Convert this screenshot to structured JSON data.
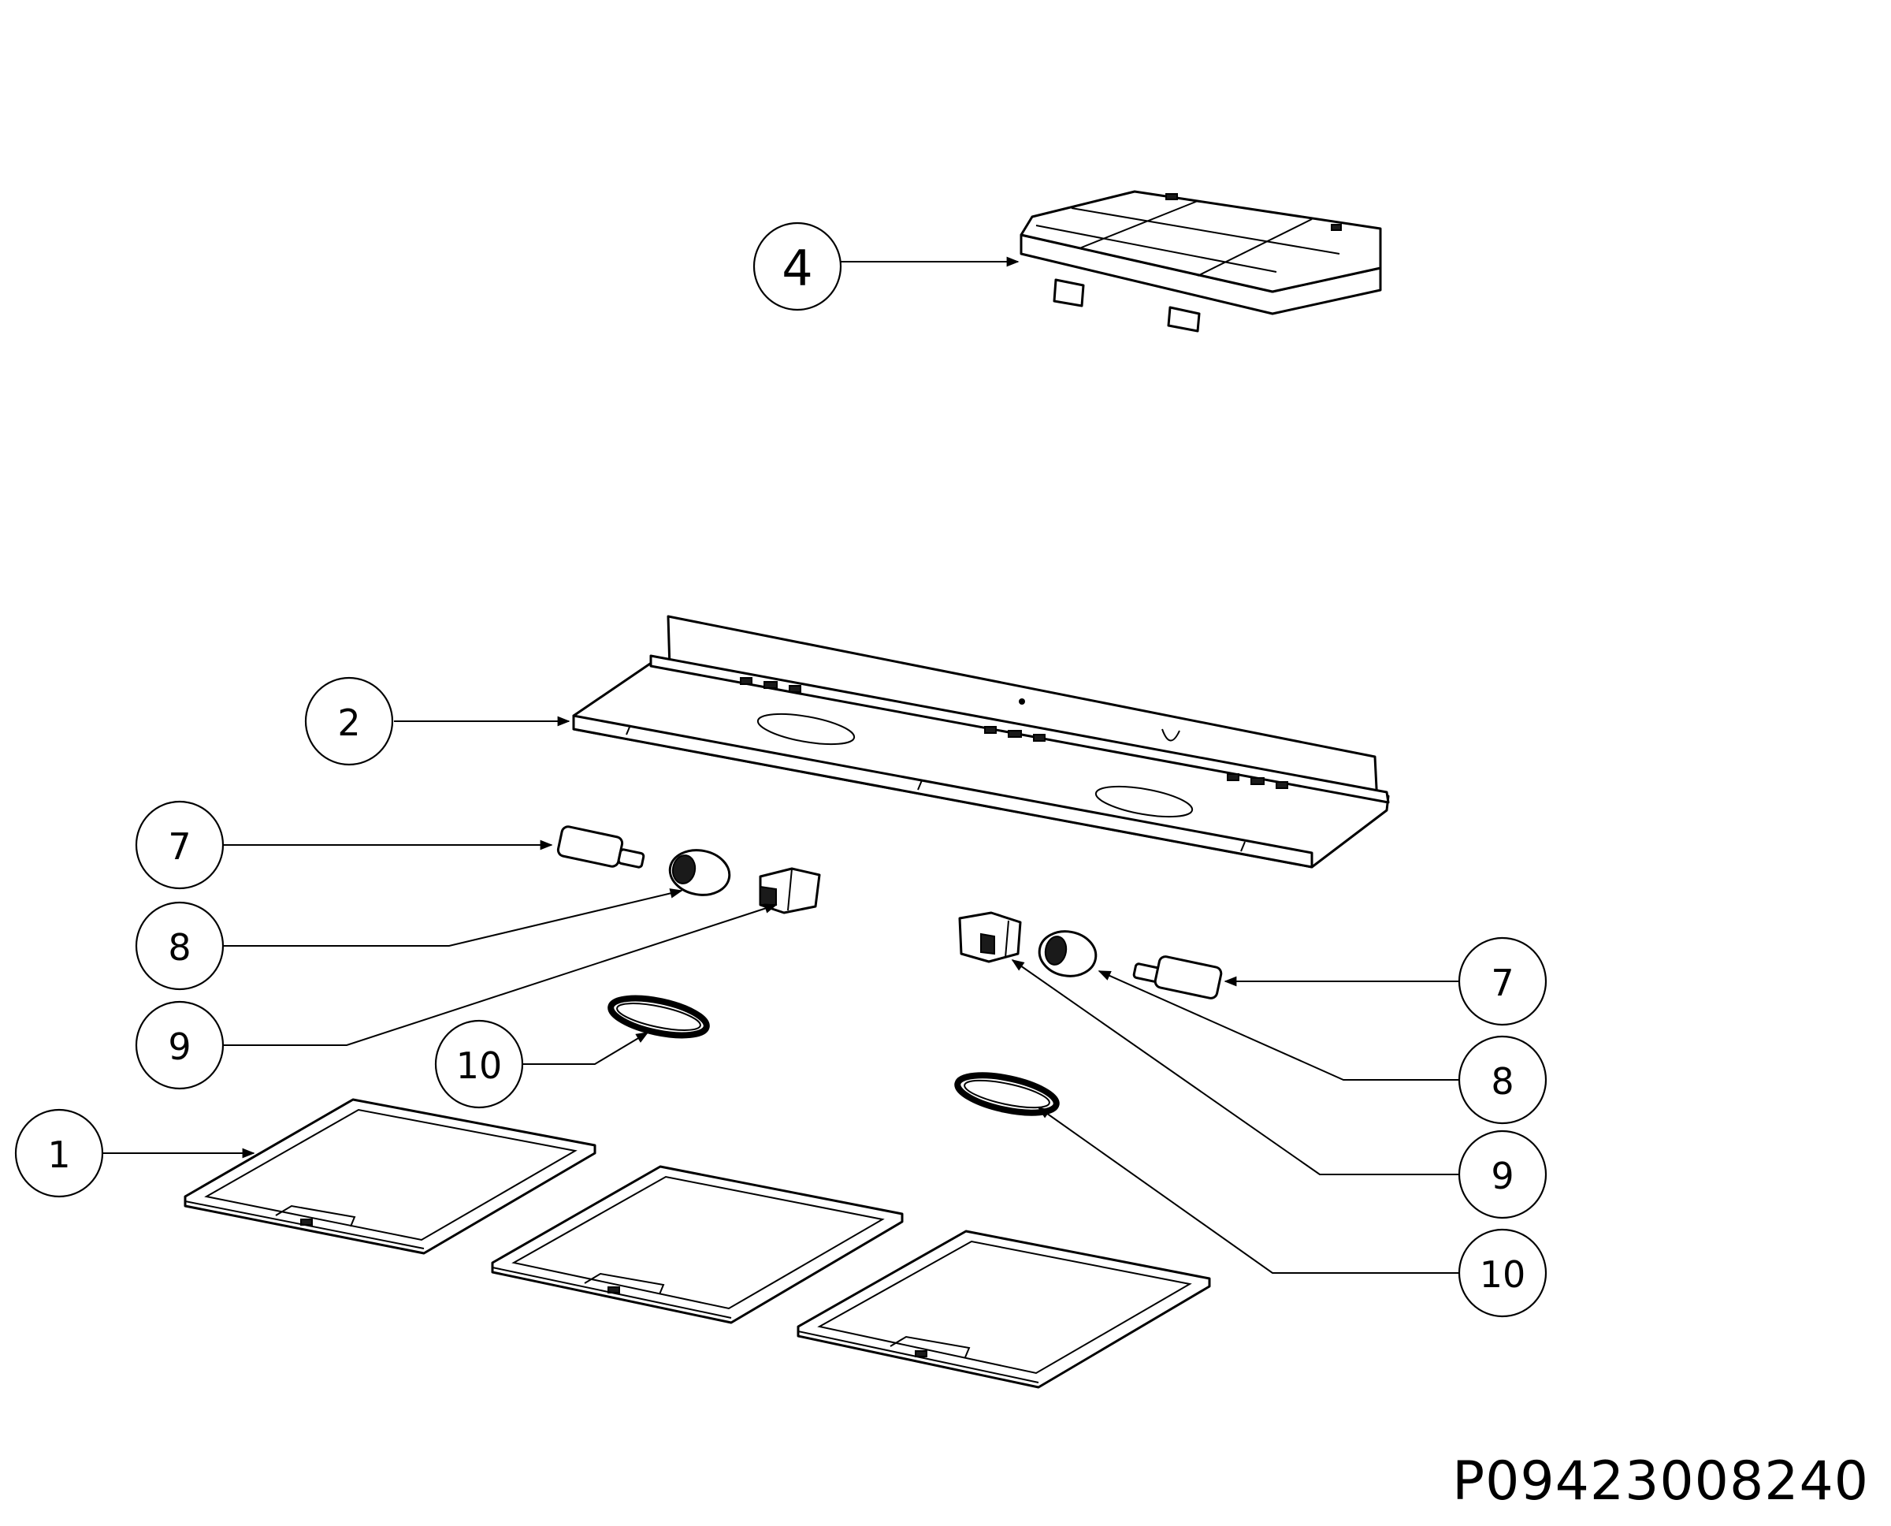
{
  "callouts": [
    {
      "id": "c4",
      "label": "4"
    },
    {
      "id": "c2",
      "label": "2"
    },
    {
      "id": "c7l",
      "label": "7"
    },
    {
      "id": "c8l",
      "label": "8"
    },
    {
      "id": "c9l",
      "label": "9"
    },
    {
      "id": "c10l",
      "label": "10"
    },
    {
      "id": "c1",
      "label": "1"
    },
    {
      "id": "c7r",
      "label": "7"
    },
    {
      "id": "c8r",
      "label": "8"
    },
    {
      "id": "c9r",
      "label": "9"
    },
    {
      "id": "c10r",
      "label": "10"
    }
  ],
  "drawing_code": "P09423008240"
}
